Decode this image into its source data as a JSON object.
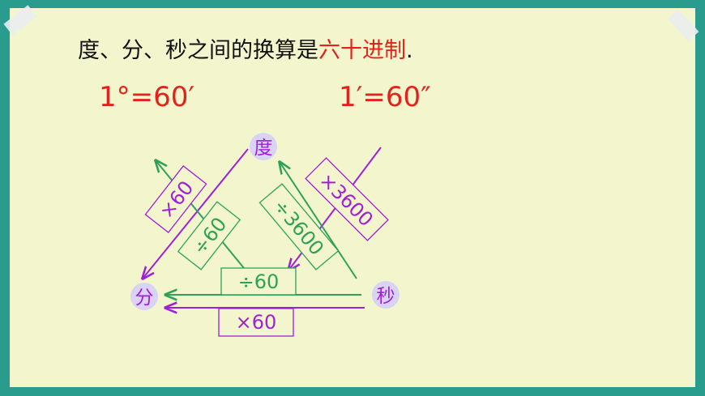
{
  "headline": {
    "prefix": "度、分、秒之间的换算是",
    "highlight": "六十进制",
    "suffix": "."
  },
  "equations": {
    "deg_to_min": "1°=60′",
    "min_to_sec": "1′=60″"
  },
  "nodes": {
    "degree": "度",
    "minute": "分",
    "second": "秒"
  },
  "labels": {
    "deg_min_multiply": "×60",
    "min_deg_divide": "÷60",
    "deg_sec_multiply": "×3600",
    "sec_deg_divide": "÷3600",
    "sec_min_divide": "÷60",
    "min_sec_multiply": "×60"
  },
  "colors": {
    "purple": "#a01fd8",
    "green": "#2fa05a",
    "red": "#e2221b",
    "node_bg": "#d9d4f5",
    "teal_frame": "#2a9c8e",
    "paper": "#f3f6cd"
  }
}
